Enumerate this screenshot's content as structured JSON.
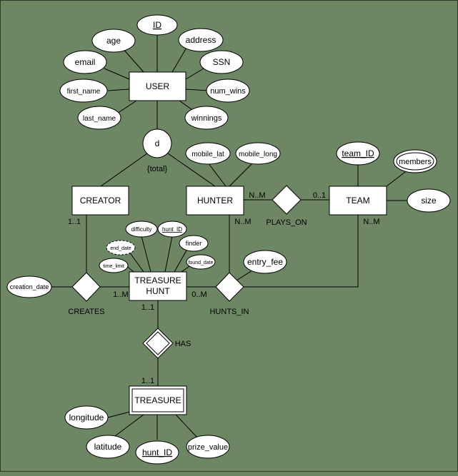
{
  "entities": {
    "user": "USER",
    "creator": "CREATOR",
    "hunter": "HUNTER",
    "team": "TEAM",
    "treasure_hunt_line1": "TREASURE",
    "treasure_hunt_line2": "HUNT",
    "treasure": "TREASURE"
  },
  "relationships": {
    "plays_on": "PLAYS_ON",
    "creates": "CREATES",
    "hunts_in": "HUNTS_IN",
    "has": "HAS"
  },
  "specialization": {
    "symbol": "d",
    "constraint": "{total}"
  },
  "user_attributes": {
    "id": "ID",
    "age": "age",
    "address": "address",
    "email": "email",
    "ssn": "SSN",
    "first_name": "first_name",
    "num_wins": "num_wins",
    "last_name": "last_name",
    "winnings": "winnings"
  },
  "hunter_attributes": {
    "mobile_lat": "mobile_lat",
    "mobile_long": "mobile_long"
  },
  "team_attributes": {
    "team_id": "team_ID",
    "members": "members",
    "size": "size"
  },
  "hunt_attributes": {
    "difficulty": "difficulty",
    "hunt_id": "hunt_ID",
    "end_date": "end_date",
    "finder": "finder",
    "time_limit": "time_limit",
    "found_date": "found_date",
    "creation_date": "creation_date",
    "entry_fee": "entry_fee"
  },
  "treasure_attributes": {
    "longitude": "longitude",
    "latitude": "latitude",
    "hunt_id": "hunt_ID",
    "prize_value": "prize_value"
  },
  "cardinalities": {
    "hunter_plays_on": "N..M",
    "team_plays_on": "0..1",
    "creator_creates": "1..1",
    "hunter_hunts_in": "N..M",
    "team_hunts_in": "N..M",
    "hunt_creates": "1..M",
    "hunt_hunts_in": "0..M",
    "hunt_has": "1..1",
    "treasure_has": "1..1"
  }
}
